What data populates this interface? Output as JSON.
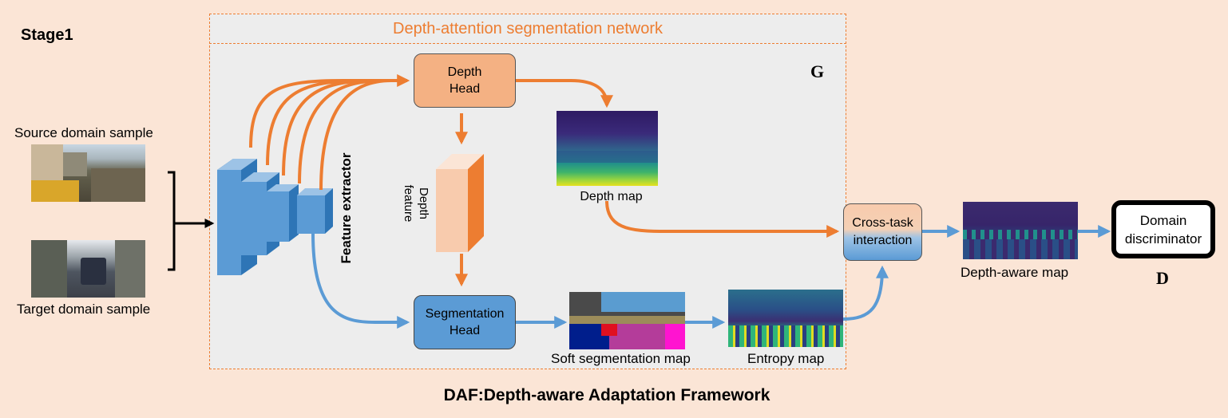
{
  "stage_label": "Stage1",
  "network_title": "Depth-attention segmentation network",
  "generator_label": "G",
  "discriminator_label": "D",
  "framework_caption": "DAF:Depth-aware Adaptation Framework",
  "inputs": {
    "source_label": "Source domain sample",
    "target_label": "Target domain sample"
  },
  "feature_extractor_label": "Feature extractor",
  "depth_head": {
    "line1": "Depth",
    "line2": "Head"
  },
  "depth_feature": {
    "line1": "Depth",
    "line2": "feature"
  },
  "segmentation_head": {
    "line1": "Segmentation",
    "line2": "Head"
  },
  "maps": {
    "depth_map": "Depth map",
    "soft_segmentation_map": "Soft segmentation map",
    "entropy_map": "Entropy map",
    "depth_aware_map": "Depth-aware map"
  },
  "cross_task": {
    "line1": "Cross-task",
    "line2": "interaction"
  },
  "domain_discriminator": {
    "line1": "Domain",
    "line2": "discriminator"
  },
  "colors": {
    "background": "#fbe5d6",
    "panel": "#ededed",
    "orange_arrow": "#ed7d31",
    "blue_arrow": "#5b9bd5",
    "depth_head_fill": "#f4b183",
    "seg_head_fill": "#5b9bd5"
  }
}
